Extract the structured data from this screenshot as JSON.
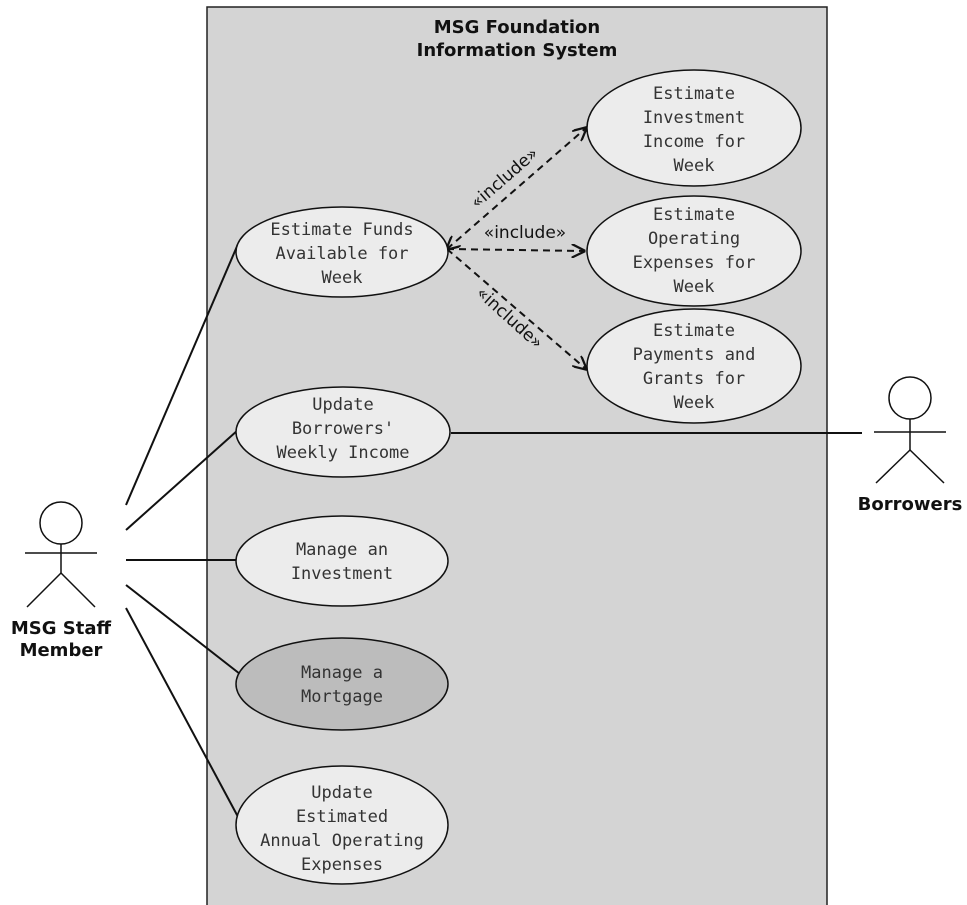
{
  "system": {
    "title_line1": "MSG Foundation",
    "title_line2": "Information System"
  },
  "actors": {
    "staff": {
      "line1": "MSG Staff",
      "line2": "Member"
    },
    "borrowers": {
      "label": "Borrowers"
    }
  },
  "use_cases": {
    "estimate_funds": [
      "Estimate Funds",
      "Available for",
      "Week"
    ],
    "update_borrowers_income": [
      "Update",
      "Borrowers'",
      "Weekly Income"
    ],
    "manage_investment": [
      "Manage an",
      "Investment"
    ],
    "manage_mortgage": [
      "Manage a",
      "Mortgage"
    ],
    "update_operating_expenses": [
      "Update",
      "Estimated",
      "Annual Operating",
      "Expenses"
    ],
    "estimate_investment_income": [
      "Estimate",
      "Investment",
      "Income for",
      "Week"
    ],
    "estimate_operating_expenses": [
      "Estimate",
      "Operating",
      "Expenses for",
      "Week"
    ],
    "estimate_payments_grants": [
      "Estimate",
      "Payments and",
      "Grants for",
      "Week"
    ]
  },
  "relations": {
    "include_1": "«include»",
    "include_2": "«include»",
    "include_3": "«include»"
  },
  "colors": {
    "system_fill": "#d4d4d4",
    "usecase_fill": "#ececec",
    "highlight_fill": "#bcbcbc"
  }
}
